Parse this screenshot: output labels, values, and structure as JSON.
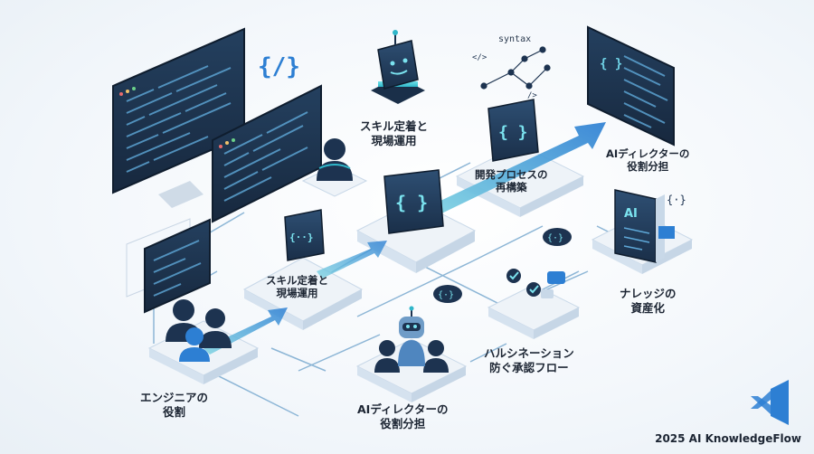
{
  "labels": {
    "skill_top_1": "スキル定着と",
    "skill_top_2": "現場運用",
    "director_top_1": "AIディレクターの",
    "director_top_2": "役割分担",
    "process_1": "開発プロセスの",
    "process_2": "再構築",
    "skill_mid_1": "スキル定着と",
    "skill_mid_2": "現場運用",
    "knowledge_1": "ナレッジの",
    "knowledge_2": "資産化",
    "hallucination_1": "ハルシネーション",
    "hallucination_2": "防ぐ承認フロー",
    "engineer_1": "エンジニアの",
    "engineer_2": "役割",
    "director_bottom_1": "AIディレクターの",
    "director_bottom_2": "役割分担"
  },
  "syntax_word": "syntax",
  "ai_book_text": "AI",
  "footer": "2025 AI KnowledgeFlow",
  "colors": {
    "navy": "#1d3350",
    "teal": "#2fb6c9",
    "blue": "#2d7fd3",
    "platform": "#eef3f8"
  },
  "icons": [
    "code-brackets-icon",
    "robot-icon",
    "person-icon",
    "people-icon",
    "book-icon",
    "check-icon",
    "logo-icon"
  ]
}
